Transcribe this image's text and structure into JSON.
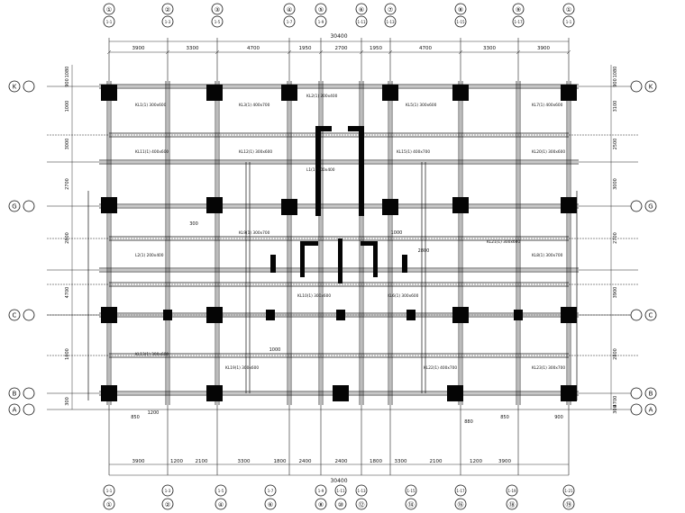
{
  "drawing": {
    "top_dim_total": "30400",
    "bottom_dim_total": "30400",
    "top_dims": [
      "3900",
      "3300",
      "4700",
      "1950",
      "2700",
      "1950",
      "4700",
      "3300",
      "3900"
    ],
    "bottom_dims": [
      "3900",
      "1200",
      "2100",
      "3300",
      "1800",
      "2400",
      "2400",
      "1800",
      "3300",
      "2100",
      "1200",
      "3900"
    ],
    "left_dims": [
      "1080",
      "900",
      "1000",
      "3000",
      "2700",
      "2800",
      "4700",
      "1000",
      "300"
    ],
    "right_dims": [
      "1080",
      "900",
      "3100",
      "2500",
      "3000",
      "2700",
      "3900",
      "2800",
      "4700",
      "300"
    ],
    "top_axes": [
      "①",
      "②",
      "③",
      "④",
      "⑤",
      "⑥",
      "⑦",
      "⑧",
      "⑨"
    ],
    "top_axes_sub": [
      "1-1",
      "1-3",
      "1-5",
      "1-7",
      "1-9",
      "1-11",
      "1-13",
      "1-15",
      "1-17"
    ],
    "bottom_axes": [
      "①",
      "②",
      "④",
      "⑥",
      "⑧",
      "⑩",
      "⑫",
      "⑭",
      "⑯",
      "⑱",
      "⑲"
    ],
    "bottom_axes_sub": [
      "1-1",
      "1-3",
      "1-5",
      "1-7",
      "1-9",
      "1-11",
      "1-13",
      "1-15",
      "1-17",
      "1-19",
      "1-21"
    ],
    "left_axes": [
      "K",
      "G",
      "C",
      "B",
      "A"
    ],
    "right_axes": [
      "K",
      "G",
      "C",
      "B",
      "A"
    ],
    "beam_labels": [
      "KL1(1) 300x600",
      "KL3(1) 400x700",
      "KL2(1) 200x400",
      "KL5(1) 300x600",
      "KL7(1) 400x600",
      "KL11(1) 400x600",
      "KL12(1) 300x600",
      "KL15(1) 400x700",
      "KL20(1) 300x600",
      "L1(1) 200x400",
      "L2(1) 200x400",
      "KL9(1) 300x700",
      "KL6(1) 300x600",
      "KL8(1) 300x700",
      "KL10(1) 300x600",
      "KL13(1) 300x600",
      "KL19(1) 300x600",
      "KL22(1) 400x700",
      "KL23(1) 300x700",
      "KL21(1) 300x600"
    ],
    "dim_small": [
      "850",
      "1200",
      "1000",
      "2800",
      "300",
      "900",
      "1000",
      "850",
      "880"
    ]
  }
}
